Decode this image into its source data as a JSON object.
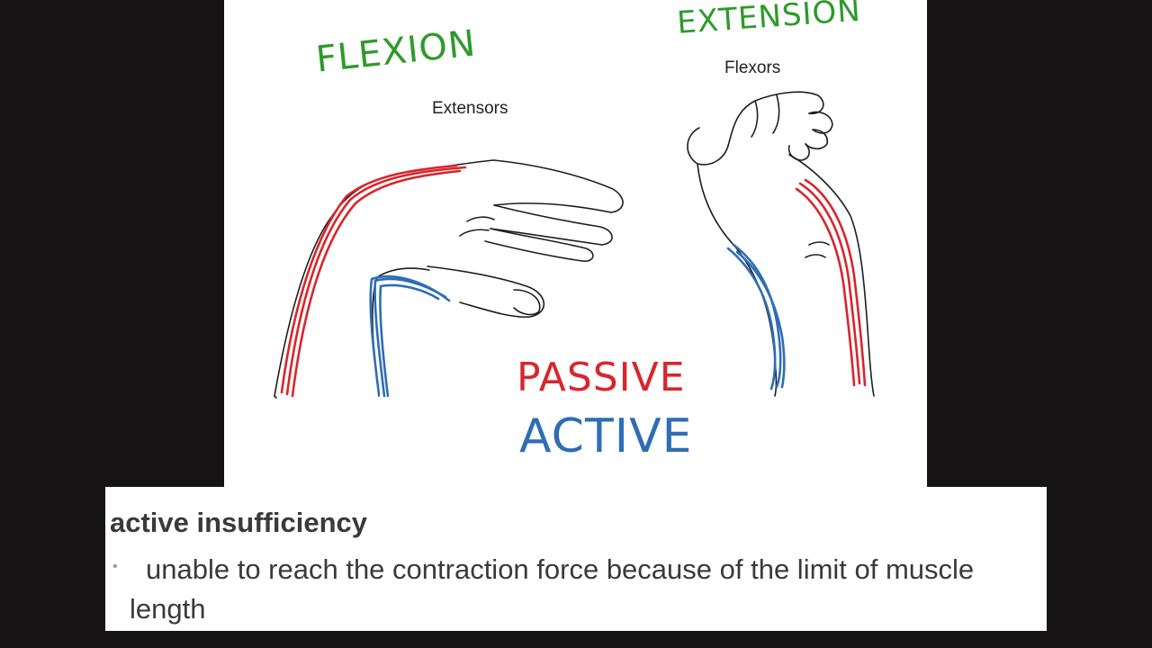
{
  "figure": {
    "annotations": {
      "flexion": "FLEXION",
      "extension": "EXTENSION",
      "passive": "PASSIVE",
      "active": "ACTIVE"
    },
    "labels": {
      "left_muscle": "Extensors",
      "right_muscle": "Flexors"
    },
    "colors": {
      "passive": "#d8262c",
      "active": "#2f6db5",
      "annotation": "#2f9a2c"
    }
  },
  "caption": {
    "term": "active insufficiency",
    "bullet": "•",
    "definition": "unable to reach the contraction force because of the limit of muscle length"
  }
}
